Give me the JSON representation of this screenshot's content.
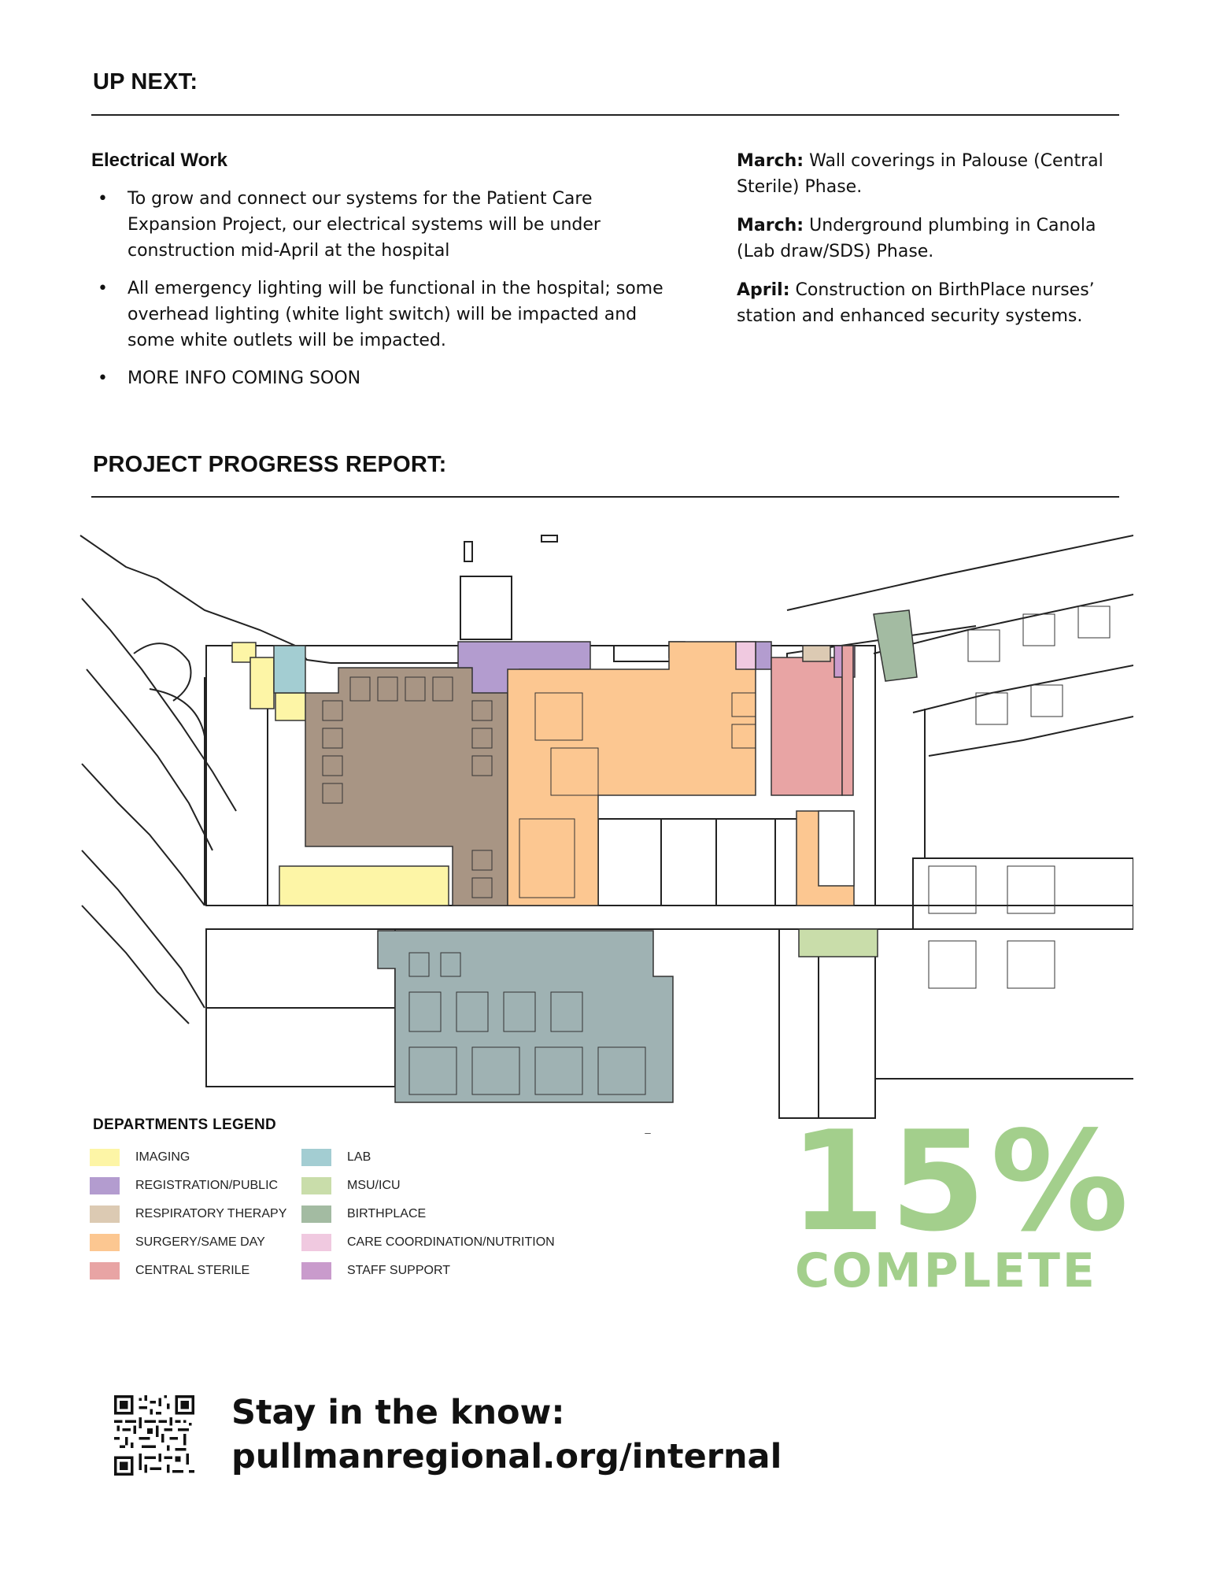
{
  "up_next": {
    "heading": "UP NEXT:",
    "electrical": {
      "title": "Electrical Work",
      "bullets": [
        "To grow and connect our systems for the Patient Care Expansion Project, our electrical systems will be under construction mid-April at the hospital",
        "All emergency lighting will be functional in the hospital; some overhead lighting (white light switch) will be impacted and some white outlets will be impacted.",
        "MORE INFO COMING SOON"
      ]
    },
    "schedule": [
      {
        "month": "March:",
        "text": "Wall coverings in Palouse (Central Sterile) Phase."
      },
      {
        "month": "March:",
        "text": "Underground plumbing in Canola (Lab draw/SDS) Phase."
      },
      {
        "month": "April:",
        "text": "Construction on BirthPlace nurses’ station and enhanced security systems."
      }
    ]
  },
  "progress": {
    "heading": "PROJECT PROGRESS REPORT:",
    "percent": "15%",
    "status": "COMPLETE",
    "accent_color": "#a3cf8c"
  },
  "legend": {
    "title": "DEPARTMENTS LEGEND",
    "items": [
      {
        "label": "IMAGING",
        "color": "#fdf5a6"
      },
      {
        "label": "REGISTRATION/PUBLIC",
        "color": "#b39ccf"
      },
      {
        "label": "RESPIRATORY THERAPY",
        "color": "#dccab3"
      },
      {
        "label": "SURGERY/SAME DAY",
        "color": "#fcc791"
      },
      {
        "label": "CENTRAL STERILE",
        "color": "#e8a4a4"
      },
      {
        "label": "LAB",
        "color": "#a3cdd2"
      },
      {
        "label": "MSU/ICU",
        "color": "#c9ddaa"
      },
      {
        "label": "BIRTHPLACE",
        "color": "#a3bba2"
      },
      {
        "label": "CARE COORDINATION/NUTRITION",
        "color": "#f0c9e0"
      },
      {
        "label": "STAFF SUPPORT",
        "color": "#c99bcc"
      }
    ]
  },
  "floorplan": {
    "zones": [
      {
        "dept": "RESPIRATORY THERAPY",
        "color": "#a89584"
      },
      {
        "dept": "BIRTHPLACE",
        "color": "#9fb2b3"
      }
    ]
  },
  "footer": {
    "line1": "Stay in the know:",
    "line2": "pullmanregional.org/internal"
  }
}
